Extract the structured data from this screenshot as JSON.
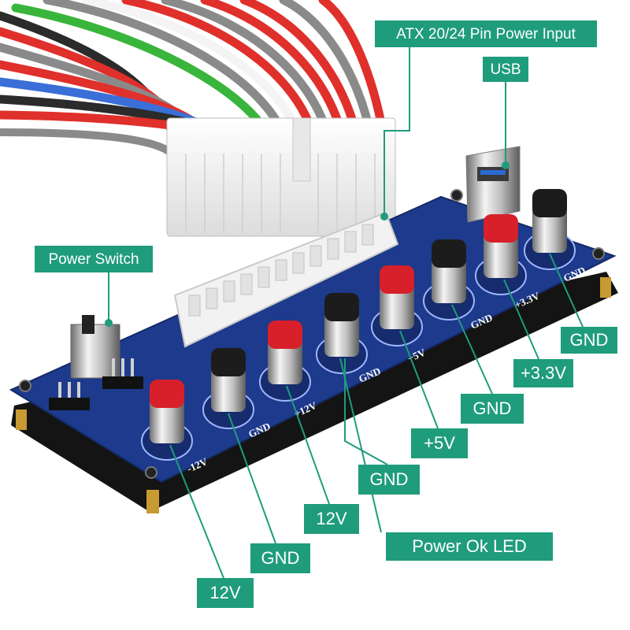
{
  "labels": {
    "atx_input": "ATX 20/24 Pin Power Input",
    "usb": "USB",
    "power_switch": "Power  Switch",
    "gnd_1": "GND",
    "plus_3_3v": "+3.3V",
    "gnd_2": "GND",
    "plus_5v": "+5V",
    "gnd_3": "GND",
    "plus_12v": "12V",
    "power_ok_led": "Power Ok LED",
    "gnd_4": "GND",
    "minus_12v": "12V"
  },
  "board_silkscreen": {
    "terminal_1": "-12V",
    "terminal_2": "GND",
    "terminal_3": "+12V",
    "terminal_4": "GND",
    "terminal_5": "+5V",
    "terminal_6": "GND",
    "terminal_7": "+3.3V",
    "terminal_8": "GND"
  },
  "colors": {
    "label_bg": "#1f9c7c",
    "label_text": "#ffffff",
    "pcb_blue": "#1d3a8c",
    "pcb_base": "#1a1a1a",
    "terminal_red": "#d8202a",
    "terminal_black": "#1c1c1c",
    "connector_white": "#f2f2f2",
    "wire_red": "#e0302b",
    "wire_gray": "#8a8a8a",
    "wire_green": "#38b53a",
    "wire_blue": "#3a6fd8",
    "wire_white": "#f4f4f4",
    "wire_black": "#2b2b2b"
  }
}
